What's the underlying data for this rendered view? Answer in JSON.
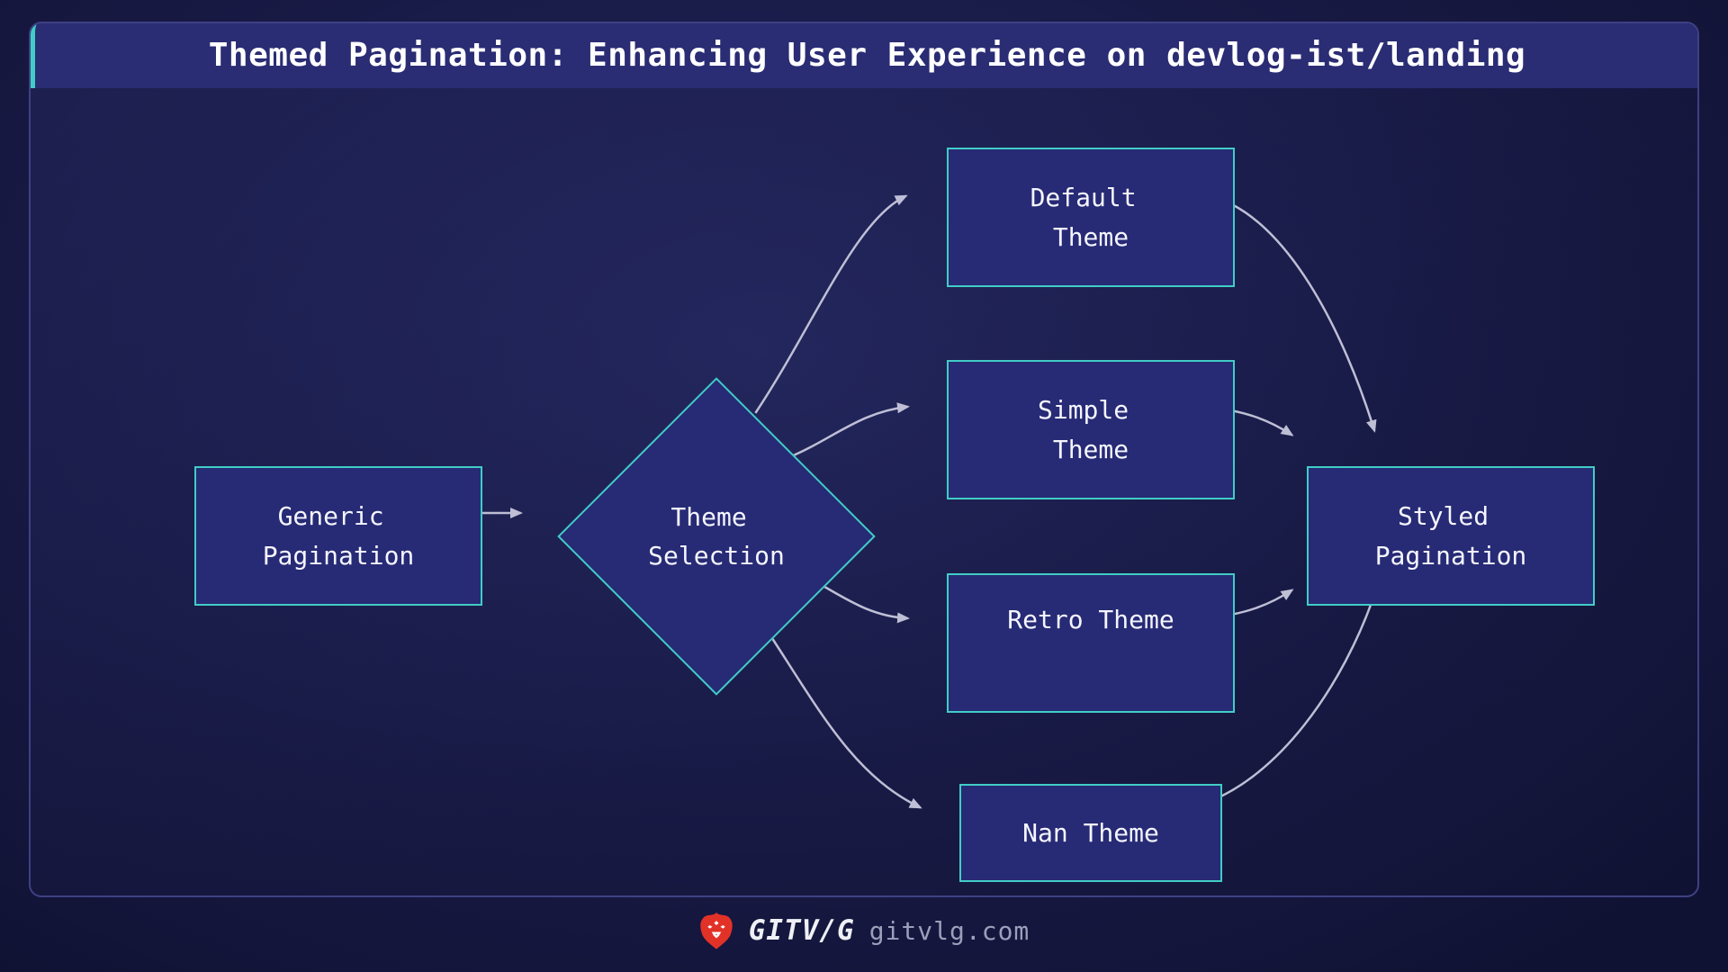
{
  "title": "Themed Pagination: Enhancing User Experience on devlog-ist/landing",
  "diagram": {
    "nodes": {
      "generic": {
        "label": "Generic \nPagination",
        "shape": "rect"
      },
      "decision": {
        "label": "Theme \nSelection",
        "shape": "diamond"
      },
      "default_theme": {
        "label": "Default \nTheme",
        "shape": "rect"
      },
      "simple_theme": {
        "label": "Simple \nTheme",
        "shape": "rect"
      },
      "retro_theme": {
        "label": "Retro Theme",
        "shape": "rect"
      },
      "nan_theme": {
        "label": "Nan Theme",
        "shape": "rect"
      },
      "styled": {
        "label": "Styled \nPagination",
        "shape": "rect"
      }
    },
    "edges": [
      {
        "from": "generic",
        "to": "decision"
      },
      {
        "from": "decision",
        "to": "default_theme"
      },
      {
        "from": "decision",
        "to": "simple_theme"
      },
      {
        "from": "decision",
        "to": "retro_theme"
      },
      {
        "from": "decision",
        "to": "nan_theme"
      },
      {
        "from": "default_theme",
        "to": "styled"
      },
      {
        "from": "simple_theme",
        "to": "styled"
      },
      {
        "from": "retro_theme",
        "to": "styled"
      },
      {
        "from": "nan_theme",
        "to": "styled"
      }
    ]
  },
  "footer": {
    "logo_icon": "lion-icon",
    "brand": "GITV/G",
    "domain": "gitvlg.com"
  },
  "theme": {
    "background": "#14163e",
    "panel_border": "#3e4184",
    "titlebar_bg": "#2a2c74",
    "accent_teal": "#41cdc6",
    "node_fill": "#272a74",
    "arrow": "#c7c8dd",
    "text": "#f4f5ff",
    "brand_red": "#e23228",
    "muted": "#9b9fba"
  }
}
